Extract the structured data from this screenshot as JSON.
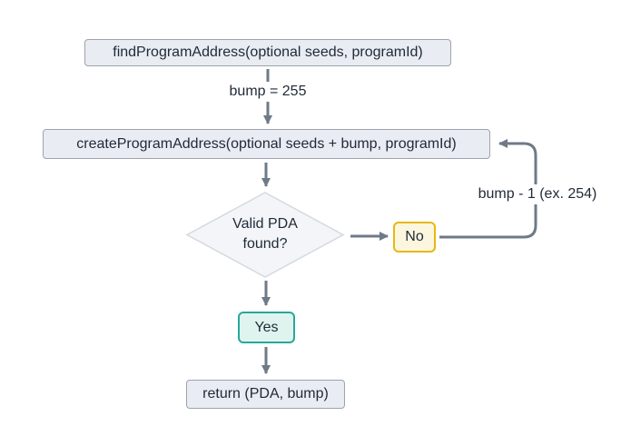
{
  "diagram": {
    "title": "PDA derivation flowchart",
    "background": "#ffffff",
    "colors": {
      "arrow": "#6e7a87",
      "text": "#1f2a37",
      "process_fill": "#e9ecf2",
      "process_border": "#9ba3af",
      "decision_fill": "#f3f5f8",
      "decision_border": "#d5d9e0",
      "no_fill": "#fdf6df",
      "no_border": "#e4b913",
      "yes_fill": "#e0f4ef",
      "yes_border": "#27a89a"
    },
    "nodes": {
      "find_program_address": {
        "label": "findProgramAddress(optional seeds, programId)"
      },
      "create_program_address": {
        "label": "createProgramAddress(optional seeds + bump, programId)"
      },
      "decision": {
        "label": "Valid PDA found?"
      },
      "no": {
        "label": "No"
      },
      "yes": {
        "label": "Yes"
      },
      "return": {
        "label": "return (PDA, bump)"
      }
    },
    "edge_labels": {
      "bump_init": "bump = 255",
      "bump_decrement": "bump - 1 (ex. 254)"
    }
  }
}
